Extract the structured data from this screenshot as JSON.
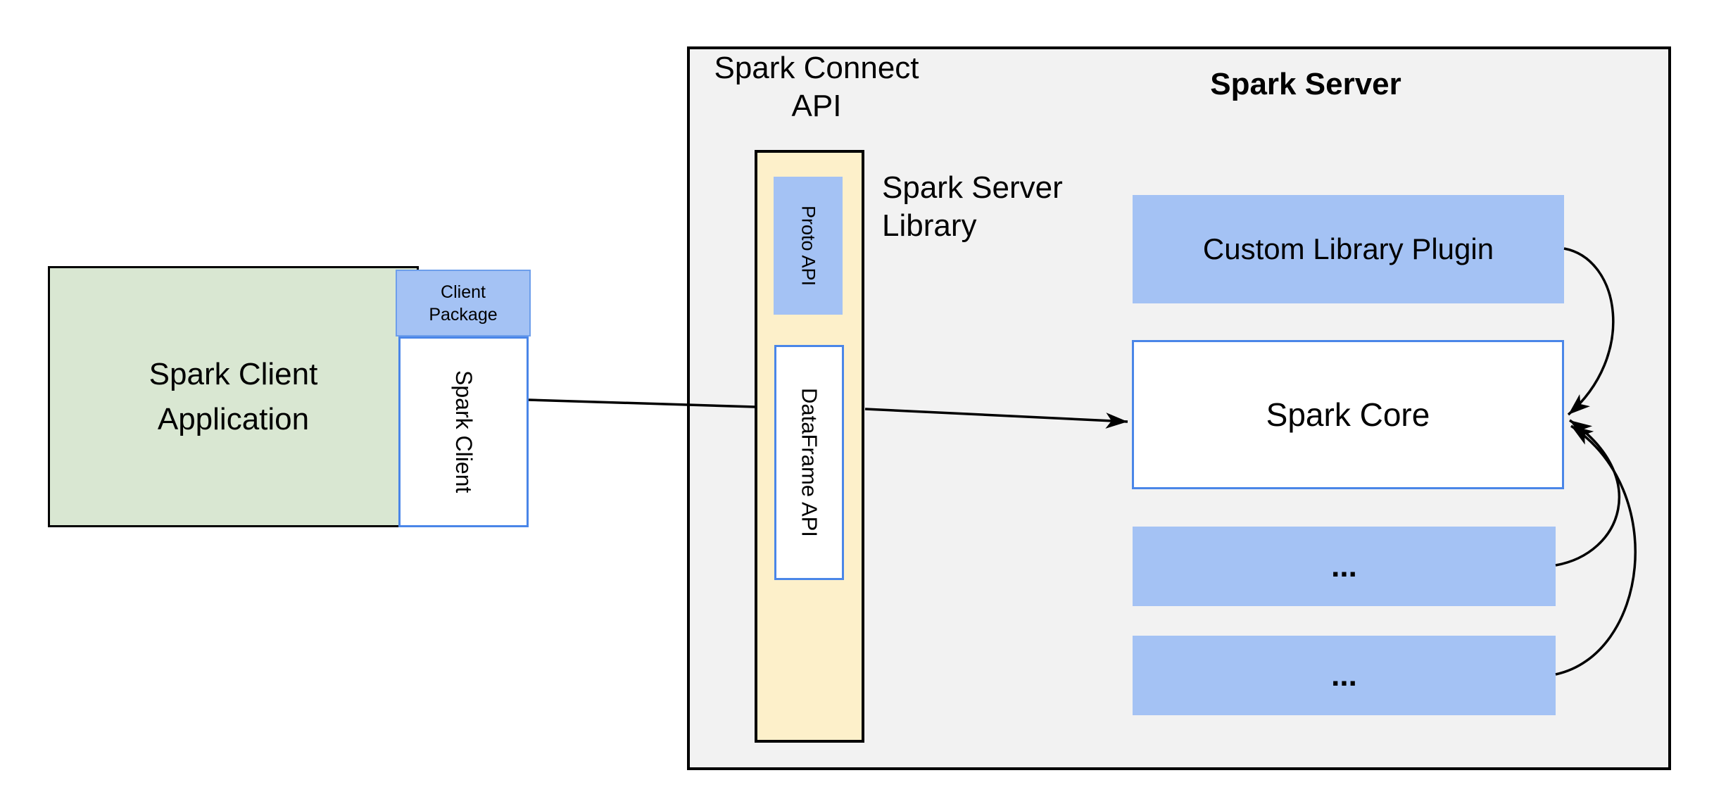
{
  "colors": {
    "canvas_bg": "#ffffff",
    "client_app_fill": "#d9e7d2",
    "blue_fill": "#a4c2f4",
    "yellow_fill": "#fdf0ca",
    "server_panel_fill": "#f2f2f2",
    "blue_border": "#4a86e8",
    "package_border": "#6d9eeb",
    "outline": "#000000",
    "text": "#000000"
  },
  "client_app": {
    "line1": "Spark Client",
    "line2": "Application"
  },
  "client_package": {
    "line1": "Client",
    "line2": "Package"
  },
  "spark_client": {
    "label": "Spark Client"
  },
  "spark_connect_api": {
    "line1": "Spark Connect",
    "line2": "API"
  },
  "proto_api": {
    "label": "Proto API"
  },
  "dataframe_api": {
    "label": "DataFrame API"
  },
  "spark_server_library": {
    "line1": "Spark Server",
    "line2": "Library"
  },
  "spark_server": {
    "title": "Spark Server"
  },
  "custom_library_plugin": {
    "label": "Custom Library Plugin"
  },
  "spark_core": {
    "label": "Spark Core"
  },
  "plugin_slot_1": {
    "label": "..."
  },
  "plugin_slot_2": {
    "label": "..."
  }
}
